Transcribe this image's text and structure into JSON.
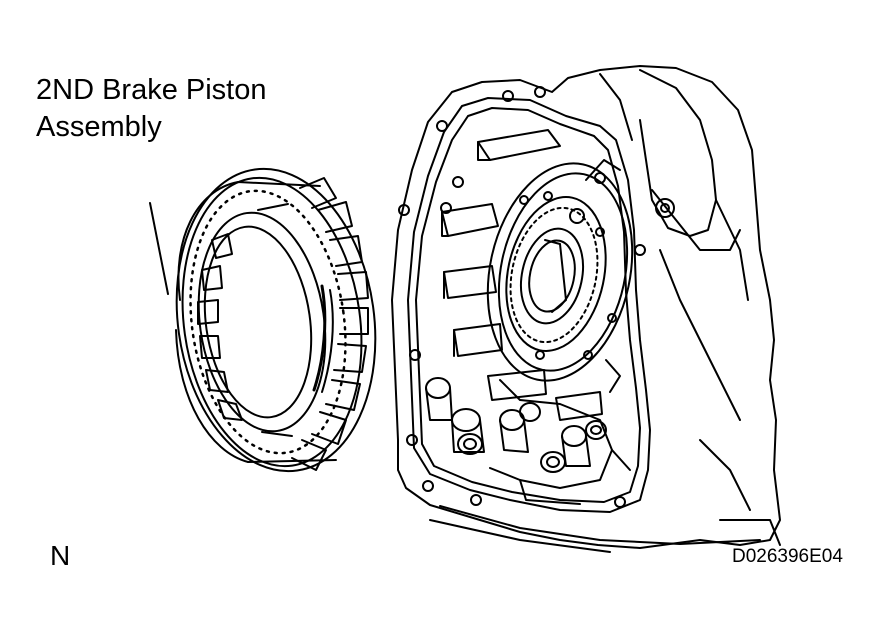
{
  "callout": {
    "line1": "2ND Brake Piston",
    "line2": "Assembly"
  },
  "orientation_mark": "N",
  "figure_code": "D026396E04",
  "colors": {
    "ink": "#000000",
    "paper": "#ffffff"
  }
}
